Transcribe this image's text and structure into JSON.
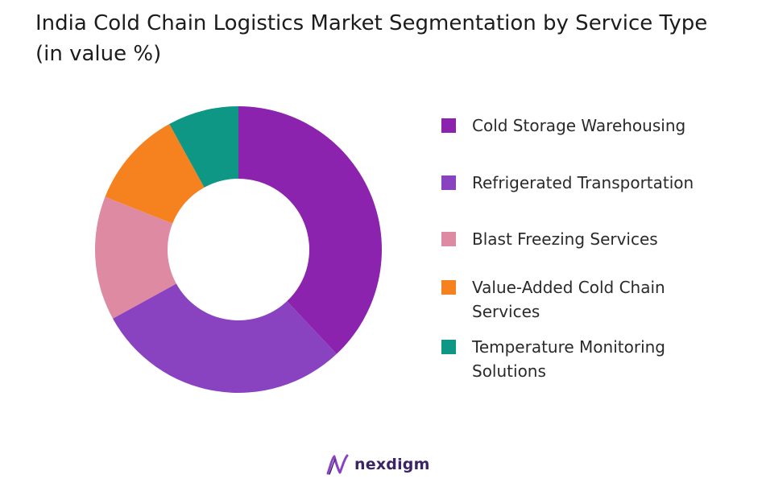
{
  "chart_data": {
    "type": "pie",
    "title": "India Cold Chain Logistics Market Segmentation by Service Type (in value %)",
    "categories": [
      "Cold Storage Warehousing",
      "Refrigerated Transportation",
      "Blast Freezing Services",
      "Value-Added Cold Chain Services",
      "Temperature Monitoring Solutions"
    ],
    "values": [
      38,
      29,
      14,
      11,
      8
    ],
    "colors": [
      "#8c23ae",
      "#8a43c0",
      "#de8aa2",
      "#f5811f",
      "#0d9784"
    ],
    "legend_position": "right",
    "donut": true
  },
  "brand": {
    "name": "nexdigm",
    "logo_icon": "nexdigm-logo-icon"
  }
}
